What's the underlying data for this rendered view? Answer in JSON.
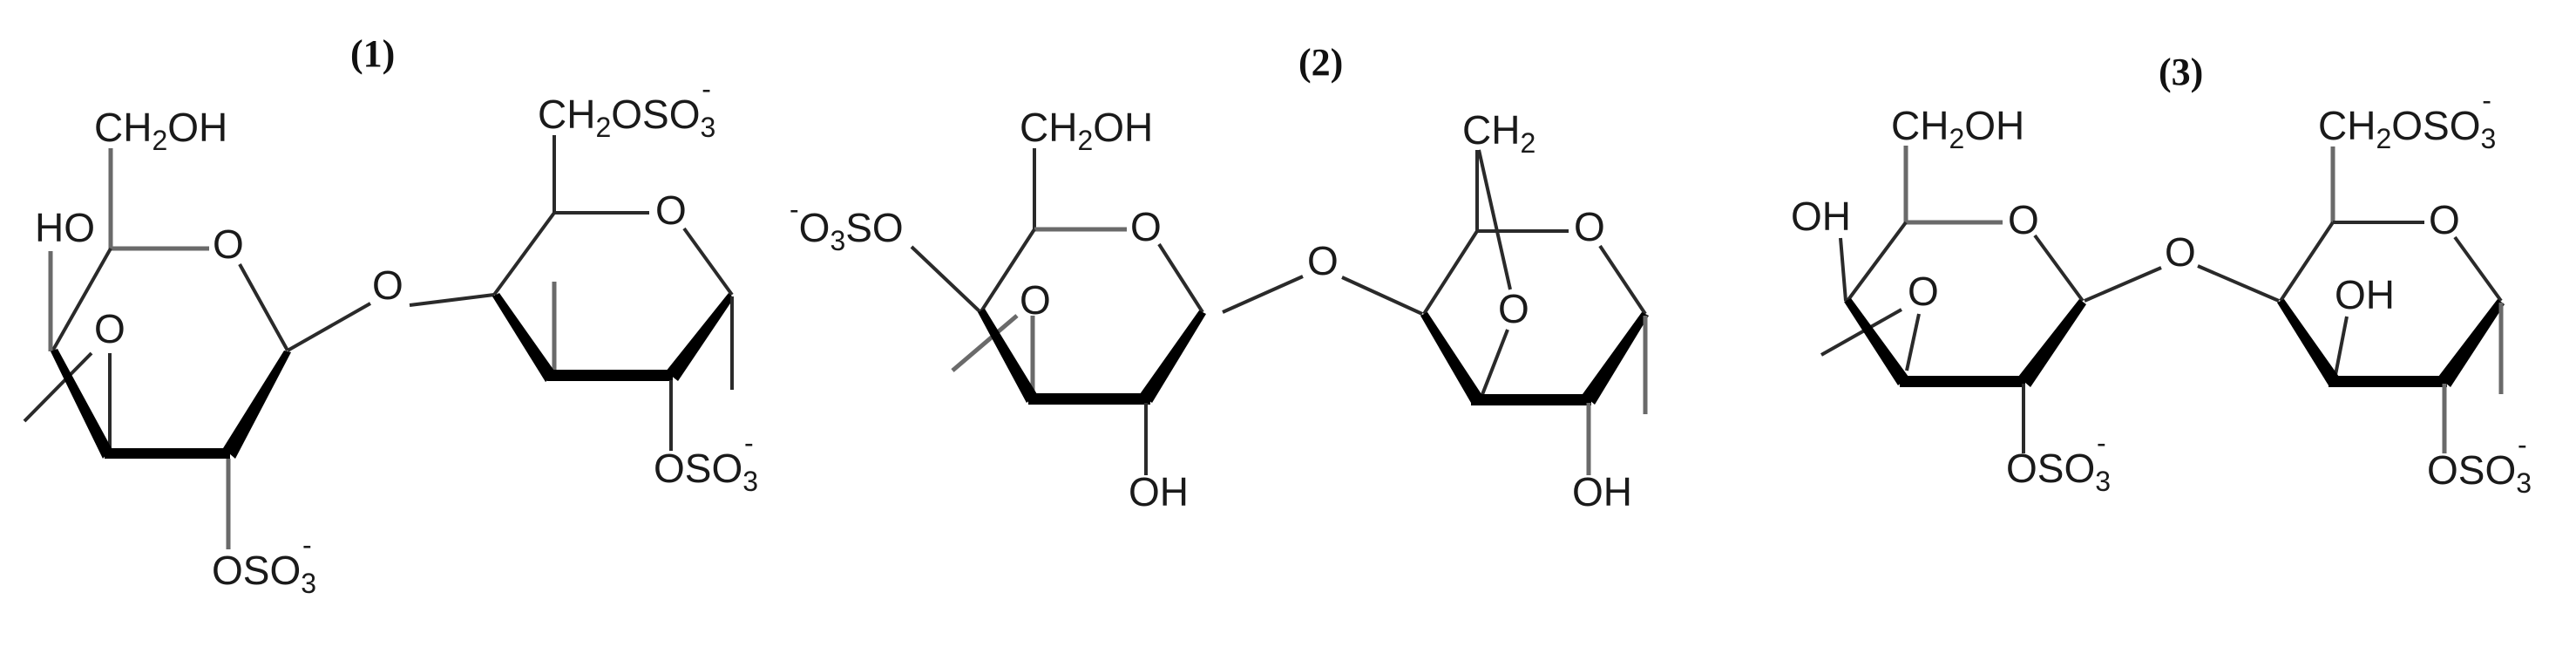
{
  "figure": {
    "structures": [
      {
        "label": "(1)",
        "left_ring": {
          "top_substituent": {
            "main": "CH",
            "sub": "2",
            "rest": "OH"
          },
          "left_substituent": "HO",
          "ring_oxygen": "O",
          "bridge_oxygen_inner": "O",
          "bottom_substituent": {
            "main": "OSO",
            "sub": "3",
            "sup": "-"
          }
        },
        "glycosidic_oxygen": "O",
        "right_ring": {
          "top_substituent": {
            "main": "CH",
            "sub": "2",
            "rest": "OSO",
            "sub2": "3",
            "sup": "-"
          },
          "ring_oxygen": "O",
          "bottom_substituent": {
            "main": "OSO",
            "sub": "3",
            "sup": "-"
          }
        }
      },
      {
        "label": "(2)",
        "left_ring": {
          "top_substituent": {
            "main": "CH",
            "sub": "2",
            "rest": "OH"
          },
          "left_substituent": {
            "sup": "-",
            "main": "O",
            "sub": "3",
            "rest": "SO"
          },
          "ring_oxygen": "O",
          "bridge_oxygen_inner": "O",
          "bottom_substituent": "OH"
        },
        "glycosidic_oxygen": "O",
        "right_ring": {
          "top_substituent": {
            "main": "CH",
            "sub": "2"
          },
          "ring_oxygen": "O",
          "bridge_oxygen_inner": "O",
          "bottom_substituent": "OH"
        }
      },
      {
        "label": "(3)",
        "left_ring": {
          "top_substituent": {
            "main": "CH",
            "sub": "2",
            "rest": "OH"
          },
          "left_substituent": "OH",
          "ring_oxygen": "O",
          "bridge_oxygen_inner": "O",
          "bottom_substituent": {
            "main": "OSO",
            "sub": "3",
            "sup": "-"
          }
        },
        "glycosidic_oxygen": "O",
        "right_ring": {
          "top_substituent": {
            "main": "CH",
            "sub": "2",
            "rest": "OSO",
            "sub2": "3",
            "sup": "-"
          },
          "ring_oxygen": "O",
          "inner_substituent": "OH",
          "bottom_substituent": {
            "main": "OSO",
            "sub": "3",
            "sup": "-"
          }
        }
      }
    ]
  }
}
